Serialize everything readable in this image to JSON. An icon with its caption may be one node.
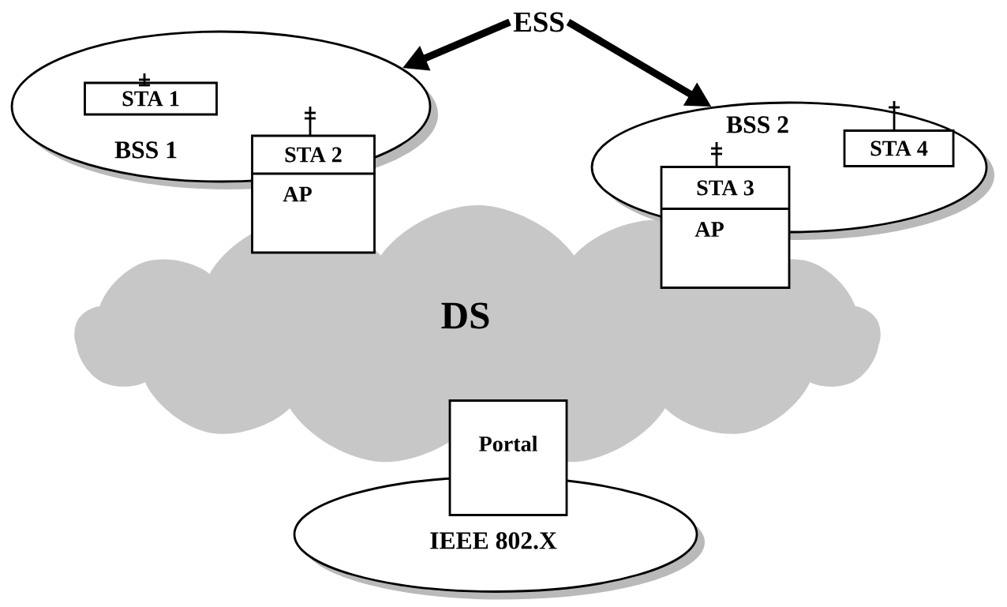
{
  "diagram": {
    "nodes": [
      {
        "text": [
          "ESS"
        ]
      },
      {
        "text": [
          "BSS 1"
        ]
      },
      {
        "text": [
          "STA 1"
        ],
        "in": 1
      },
      {
        "text": [
          "STA 2",
          "AP"
        ]
      },
      {
        "text": [
          "BSS 2"
        ]
      },
      {
        "text": [
          "STA 4"
        ],
        "in": 4
      },
      {
        "text": [
          "STA 3",
          "AP"
        ]
      },
      {
        "text": [
          "DS"
        ]
      },
      {
        "text": [
          "Portal"
        ]
      },
      {
        "text": [
          "IEEE 802.X"
        ]
      }
    ],
    "edges": [
      {
        "from": 0,
        "to": 1,
        "arrow": "to"
      },
      {
        "from": 0,
        "to": 4,
        "arrow": "to"
      }
    ]
  }
}
